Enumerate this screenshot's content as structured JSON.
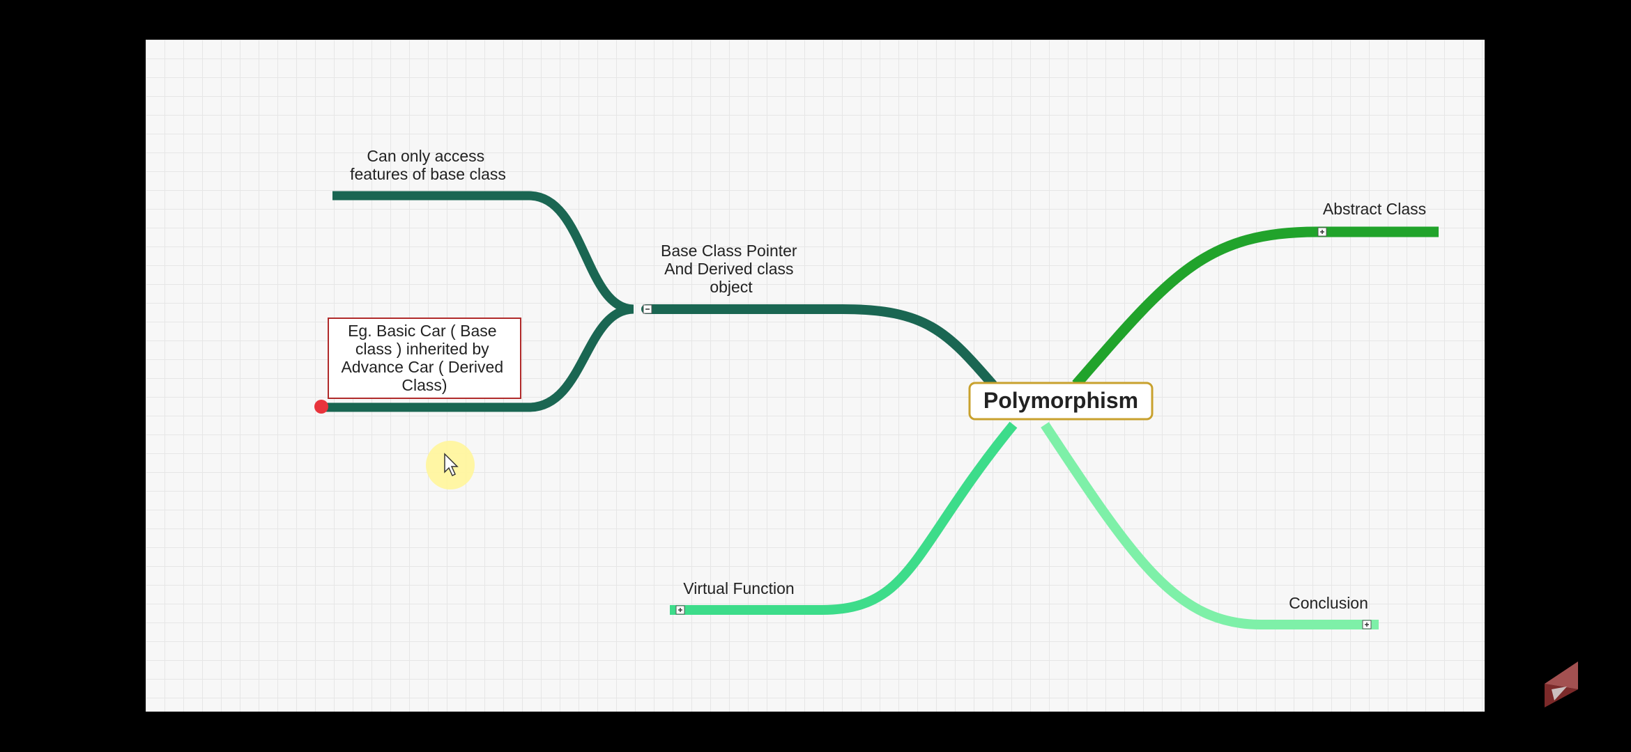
{
  "mind_map": {
    "central_topic": "Polymorphism",
    "branches": {
      "base_pointer": "Base Class Pointer And Derived class object",
      "can_only_access": "Can only access features of base class",
      "example": "Eg. Basic Car ( Base class ) inherited by Advance Car ( Derived Class)",
      "abstract_class": "Abstract Class",
      "virtual_function": "Virtual Function",
      "conclusion": "Conclusion"
    },
    "colors": {
      "dark_branch": "#1a6652",
      "abstract_branch": "#21a32b",
      "virtual_branch": "#3ddc8a",
      "conclusion_branch": "#7ef0a8",
      "central_border": "#c8a12e",
      "example_border": "#b02a2a",
      "selection_dot": "#e8343c",
      "cursor_highlight": "#fff59a"
    }
  }
}
